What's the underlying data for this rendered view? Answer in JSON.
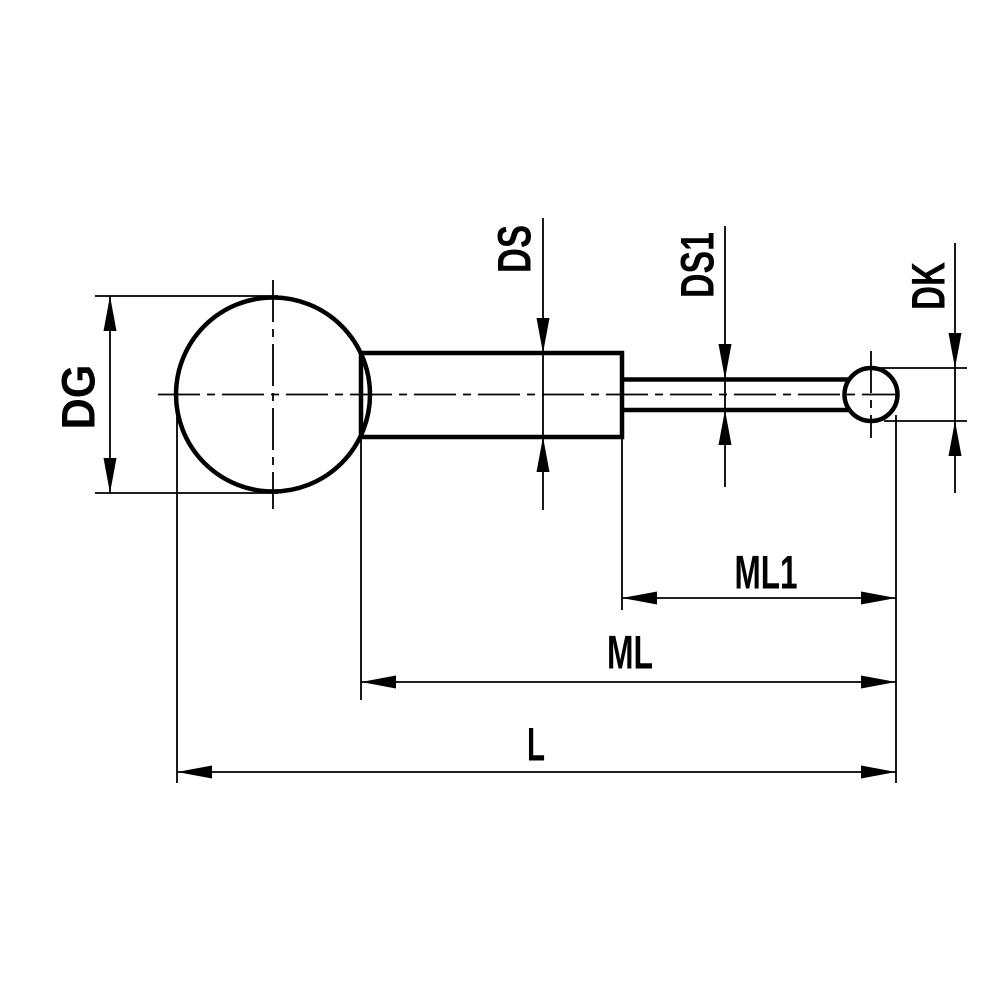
{
  "drawing": {
    "type": "technical-dimension-drawing",
    "colors": {
      "line": "#000000",
      "background": "#ffffff"
    },
    "dimension_labels": {
      "dg": "DG",
      "ds": "DS",
      "ds1": "DS1",
      "dk": "DK",
      "ml1": "ML1",
      "ml": "ML",
      "l": "L"
    }
  }
}
